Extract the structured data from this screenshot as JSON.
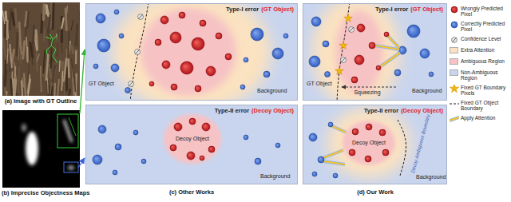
{
  "diagram": {
    "nodes": [
      {
        "text": [
          "Type-I error",
          "(GT Object)"
        ]
      },
      {
        "text": [
          "Type-I error",
          "(GT Object)"
        ]
      },
      {
        "text": [
          "Type-II error",
          "(Decoy Object)"
        ]
      },
      {
        "text": [
          "Decoy Object"
        ],
        "in": 2
      },
      {
        "text": [
          "Type-II error",
          "(Decoy Object)"
        ]
      },
      {
        "text": [
          "Decoy Object"
        ],
        "in": 4
      }
    ],
    "labels": [
      "(a) Image with GT Outline",
      "(b) Imprecise Objectness Maps",
      "GT Object",
      "Background",
      "GT Object",
      "Background",
      "Squeezing",
      "Background",
      "Decoy Ambiguous Boundary",
      "Background",
      "(c) Other Works",
      "(d) Our Work"
    ],
    "legend": [
      {
        "text": "Wrongly Predicted Pixel"
      },
      {
        "text": "Correctly Predicted Pixel"
      },
      {
        "text": "Confidence Level"
      },
      {
        "text": "Extra Attention",
        "color": "#fbe2c0"
      },
      {
        "text": "Ambiguous Region",
        "color": "#f6c2c4"
      },
      {
        "text": "Non-Ambiguous Region",
        "color": "#c9d5ee"
      },
      {
        "text": "Fixed GT Boundary Pixels"
      },
      {
        "text": "Fixed GT Object Boundary"
      },
      {
        "text": "Apply Attention"
      }
    ]
  }
}
